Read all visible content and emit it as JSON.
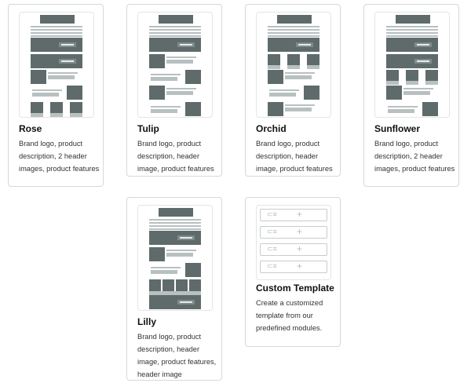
{
  "templates": [
    {
      "name": "Rose",
      "description": "Brand logo, product description, 2 header images, product features"
    },
    {
      "name": "Tulip",
      "description": "Brand logo, product description, header image, product features"
    },
    {
      "name": "Orchid",
      "description": "Brand logo, product description, header image, product features"
    },
    {
      "name": "Sunflower",
      "description": "Brand logo, product description, 2 header images, product features"
    },
    {
      "name": "Lilly",
      "description": "Brand logo, product description, header image, product features, header image"
    },
    {
      "name": "Custom Template",
      "description": "Create a customized template from our predefined modules."
    }
  ],
  "custom_modules": [
    {
      "icon": "module-list-icon",
      "glyph": "⊂≡",
      "add": "+"
    },
    {
      "icon": "module-list-icon",
      "glyph": "⊂≡",
      "add": "+"
    },
    {
      "icon": "module-list-icon",
      "glyph": "⊂≡",
      "add": "+"
    },
    {
      "icon": "module-list-icon",
      "glyph": "⊂≡",
      "add": "+"
    }
  ]
}
